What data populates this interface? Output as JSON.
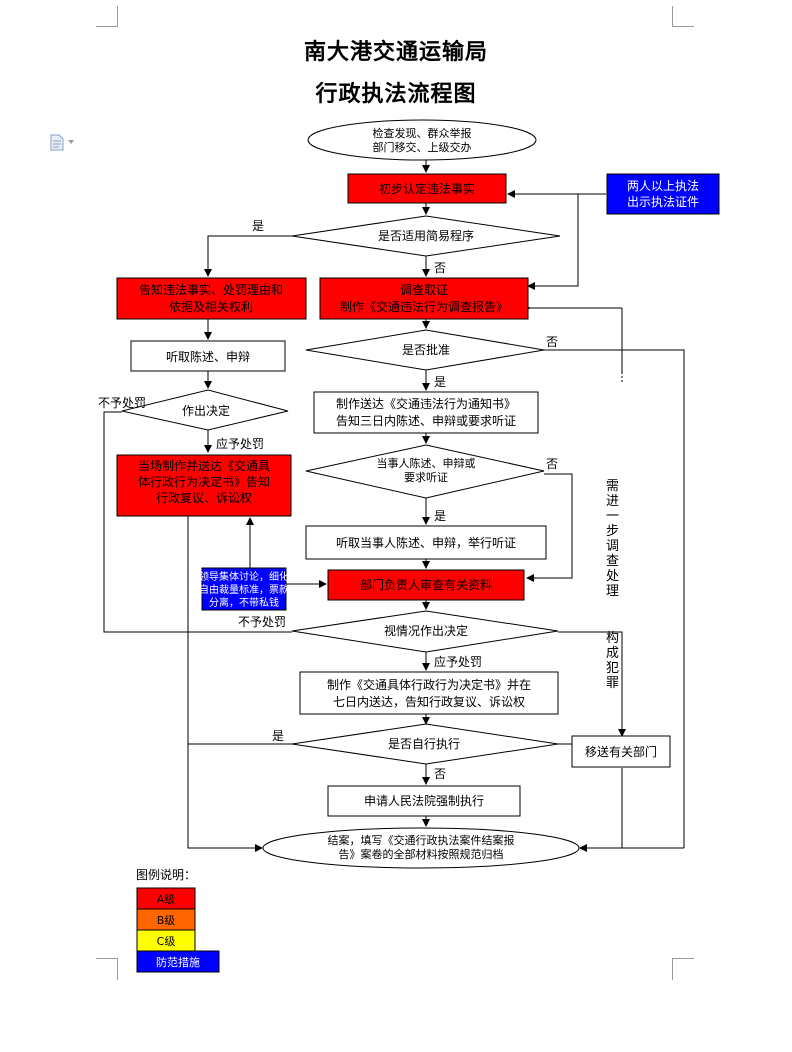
{
  "title": "南大港交通运输局",
  "subtitle": "行政执法流程图",
  "nodes": {
    "start": [
      "检查发现、群众举报",
      "部门移交、上级交办"
    ],
    "preliminary": "初步认定违法事实",
    "two_officers": [
      "两人以上执法",
      "出示执法证件"
    ],
    "simple_procedure": "是否适用简易程序",
    "notify_facts": [
      "告知违法事实、处罚理由和",
      "依据及相关权利"
    ],
    "investigate": [
      "调查取证",
      "制作《交通违法行为调查报告》"
    ],
    "hear_statement": "听取陈述、申辩",
    "approve": "是否批准",
    "decide": "作出决定",
    "notify_book": [
      "制作送达《交通违法行为通知书》",
      "告知三日内陈述、申辩或要求听证"
    ],
    "on_site": [
      "当场制作并送达《交通具",
      "体行政行为决定书》告知",
      "行政复议、诉讼权"
    ],
    "party_request": [
      "当事人陈述、申辩或",
      "要求听证"
    ],
    "hearing": "听取当事人陈述、申辩，举行听证",
    "leader_discuss": [
      "领导集体讨论，细化",
      "自由裁量标准，票款",
      "分离，不带私钱"
    ],
    "review": "部门负责人审查有关资料",
    "decide_case": "视情况作出决定",
    "decision_book": [
      "制作《交通具体行政行为决定书》并在",
      "七日内送达，告知行政复议、诉讼权"
    ],
    "self_exec": "是否自行执行",
    "transfer": "移送有关部门",
    "court": "申请人民法院强制执行",
    "close": [
      "结案，填写《交通行政执法案件结案报",
      "告》案卷的全部材料按照规范归档"
    ]
  },
  "edge_labels": {
    "yes": "是",
    "no": "否",
    "no_penalty": "不予处罚",
    "should_penalty": "应予处罚",
    "further_investigation": "需进一步调查处理",
    "crime": "构成犯罪"
  },
  "legend": {
    "title": "图例说明：",
    "items": [
      {
        "label": "A级",
        "color": "#ff0000"
      },
      {
        "label": "B级",
        "color": "#ff6600"
      },
      {
        "label": "C级",
        "color": "#ffff00"
      },
      {
        "label": "防范措施",
        "color": "#0000ff"
      }
    ]
  },
  "colors": {
    "level_a": "#ff0000",
    "prevention": "#0000ff"
  }
}
